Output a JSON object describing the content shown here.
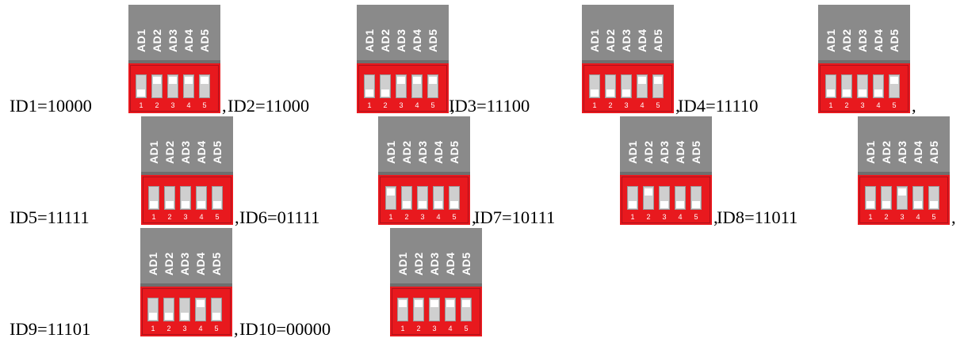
{
  "items": [
    {
      "id": "ID1=10000",
      "bits": "10000",
      "sep": ","
    },
    {
      "id": "ID2=11000",
      "bits": "11000",
      "sep": ","
    },
    {
      "id": "ID3=11100",
      "bits": "11100",
      "sep": ","
    },
    {
      "id": "ID4=11110",
      "bits": "11110",
      "sep": ","
    },
    {
      "id": "ID5=11111",
      "bits": "11111",
      "sep": ","
    },
    {
      "id": "ID6=01111",
      "bits": "01111",
      "sep": ","
    },
    {
      "id": "ID7=10111",
      "bits": "10111",
      "sep": ","
    },
    {
      "id": "ID8=11011",
      "bits": "11011",
      "sep": ","
    },
    {
      "id": "ID9=11101",
      "bits": "11101",
      "sep": ","
    },
    {
      "id": "ID10=00000",
      "bits": "00000",
      "sep": ""
    }
  ],
  "switch_labels": [
    "AD1",
    "AD2",
    "AD3",
    "AD4",
    "AD5"
  ],
  "switch_numbers": [
    "1",
    "2",
    "3",
    "4",
    "5"
  ],
  "colors": {
    "switch_body": "#e8191e",
    "label_strip": "#8a8a8a",
    "knob": "#ffffff"
  }
}
